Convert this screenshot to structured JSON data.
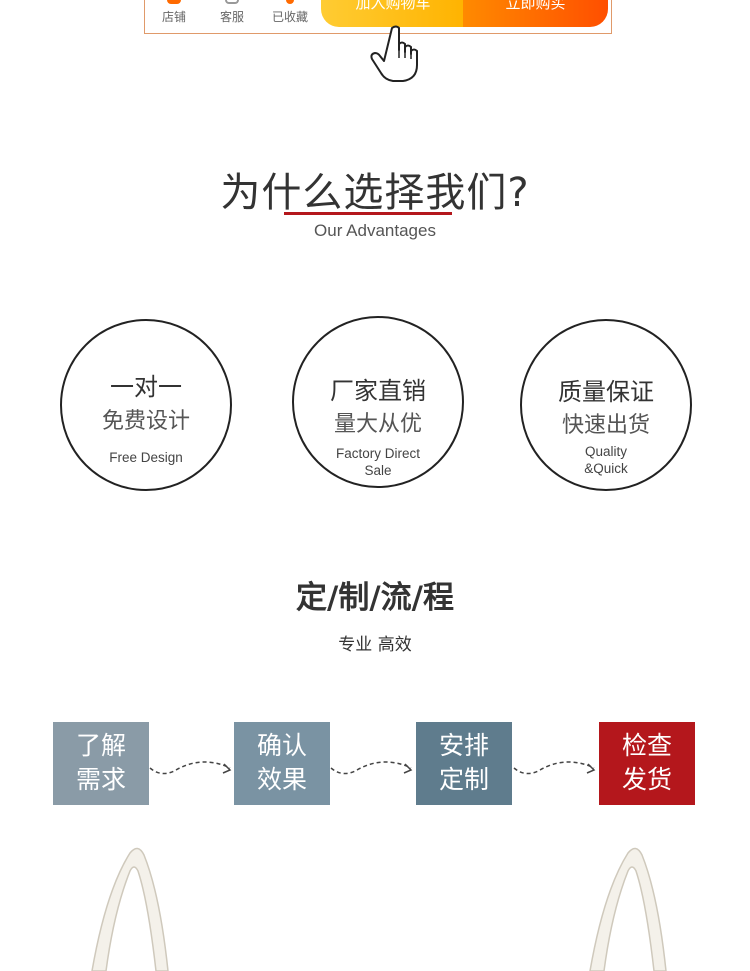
{
  "buybar": {
    "items": [
      {
        "label": "店铺",
        "icon": "shop-icon"
      },
      {
        "label": "客服",
        "icon": "service-icon"
      },
      {
        "label": "已收藏",
        "icon": "favorite-icon"
      }
    ],
    "cart_label": "加入购物车",
    "buy_label": "立即购买",
    "colors": {
      "cart": "#ffbe1e",
      "buy": "#ff6a00"
    }
  },
  "why": {
    "title": "为什么选择我们?",
    "subtitle": "Our Advantages",
    "accent": "#b4171c"
  },
  "advantages": [
    {
      "line1": "一对一",
      "line2": "免费设计",
      "english": "Free Design"
    },
    {
      "line1": "厂家直销",
      "line2": "量大从优",
      "english": "Factory Direct Sale"
    },
    {
      "line1": "质量保证",
      "line2": "快速出货",
      "english": "Quality &Quick"
    }
  ],
  "process": {
    "title": "定/制/流/程",
    "subtitle": "专业 高效",
    "steps": [
      {
        "line1": "了解",
        "line2": "需求",
        "color": "#8a9ba7"
      },
      {
        "line1": "确认",
        "line2": "效果",
        "color": "#7a93a3"
      },
      {
        "line1": "安排",
        "line2": "定制",
        "color": "#5f7c8d"
      },
      {
        "line1": "检查",
        "line2": "发货",
        "color": "#b4171c"
      }
    ]
  }
}
